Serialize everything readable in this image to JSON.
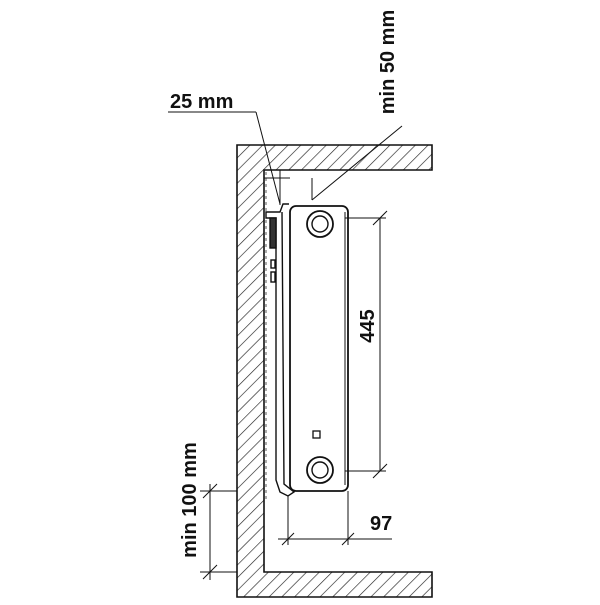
{
  "labels": {
    "wall_clearance": "25 mm",
    "top_clearance": "min 50 mm",
    "floor_clearance": "min 100 mm",
    "pipe_spacing": "445",
    "depth": "97"
  },
  "colors": {
    "line": "#111111",
    "hatch": "#222222",
    "background": "#ffffff"
  }
}
